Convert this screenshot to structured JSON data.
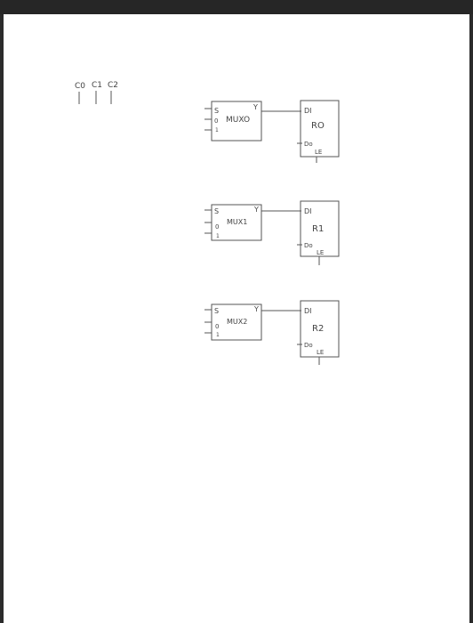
{
  "control_signals": [
    "C0",
    "C1",
    "C2"
  ],
  "rows": [
    {
      "mux": {
        "name": "MUXO",
        "sel_label": "S",
        "out_label": "Y",
        "in0_label": "0",
        "in1_label": "1"
      },
      "reg": {
        "name": "RO",
        "din_label": "DI",
        "dout_label": "Do",
        "le_label": "LE"
      }
    },
    {
      "mux": {
        "name": "MUX1",
        "sel_label": "S",
        "out_label": "Y",
        "in0_label": "0",
        "in1_label": "1"
      },
      "reg": {
        "name": "R1",
        "din_label": "DI",
        "dout_label": "Do",
        "le_label": "LE"
      }
    },
    {
      "mux": {
        "name": "MUX2",
        "sel_label": "S",
        "out_label": "Y",
        "in0_label": "0",
        "in1_label": "1"
      },
      "reg": {
        "name": "R2",
        "din_label": "DI",
        "dout_label": "Do",
        "le_label": "LE"
      }
    }
  ],
  "colors": {
    "frame": "#262626",
    "page": "#ffffff",
    "ink": "#555555"
  }
}
